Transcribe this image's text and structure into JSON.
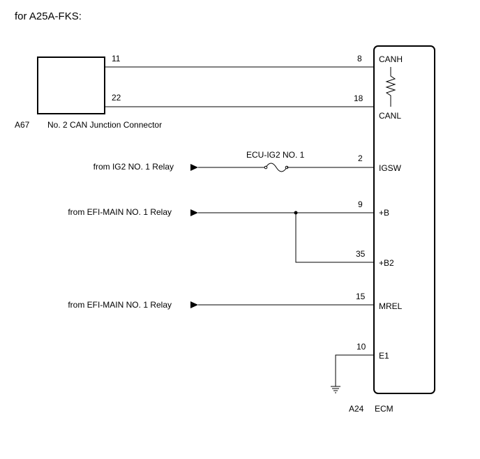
{
  "title": "for A25A-FKS:",
  "junction_connector": {
    "code": "A67",
    "name": "No. 2 CAN Junction Connector",
    "pin_upper": "11",
    "pin_lower": "22"
  },
  "ecm": {
    "code": "A24",
    "name": "ECM"
  },
  "terminals": {
    "canh": {
      "pin": "8",
      "label": "CANH"
    },
    "canl": {
      "pin": "18",
      "label": "CANL"
    },
    "igsw": {
      "pin": "2",
      "label": "IGSW"
    },
    "b": {
      "pin": "9",
      "label": "+B"
    },
    "b2": {
      "pin": "35",
      "label": "+B2"
    },
    "mrel": {
      "pin": "15",
      "label": "MREL"
    },
    "e1": {
      "pin": "10",
      "label": "E1"
    }
  },
  "fuse_label": "ECU-IG2 NO. 1",
  "sources": {
    "ig2": "from IG2 NO. 1 Relay",
    "efi_b": "from EFI-MAIN NO. 1 Relay",
    "efi_mrel": "from EFI-MAIN NO. 1 Relay"
  }
}
